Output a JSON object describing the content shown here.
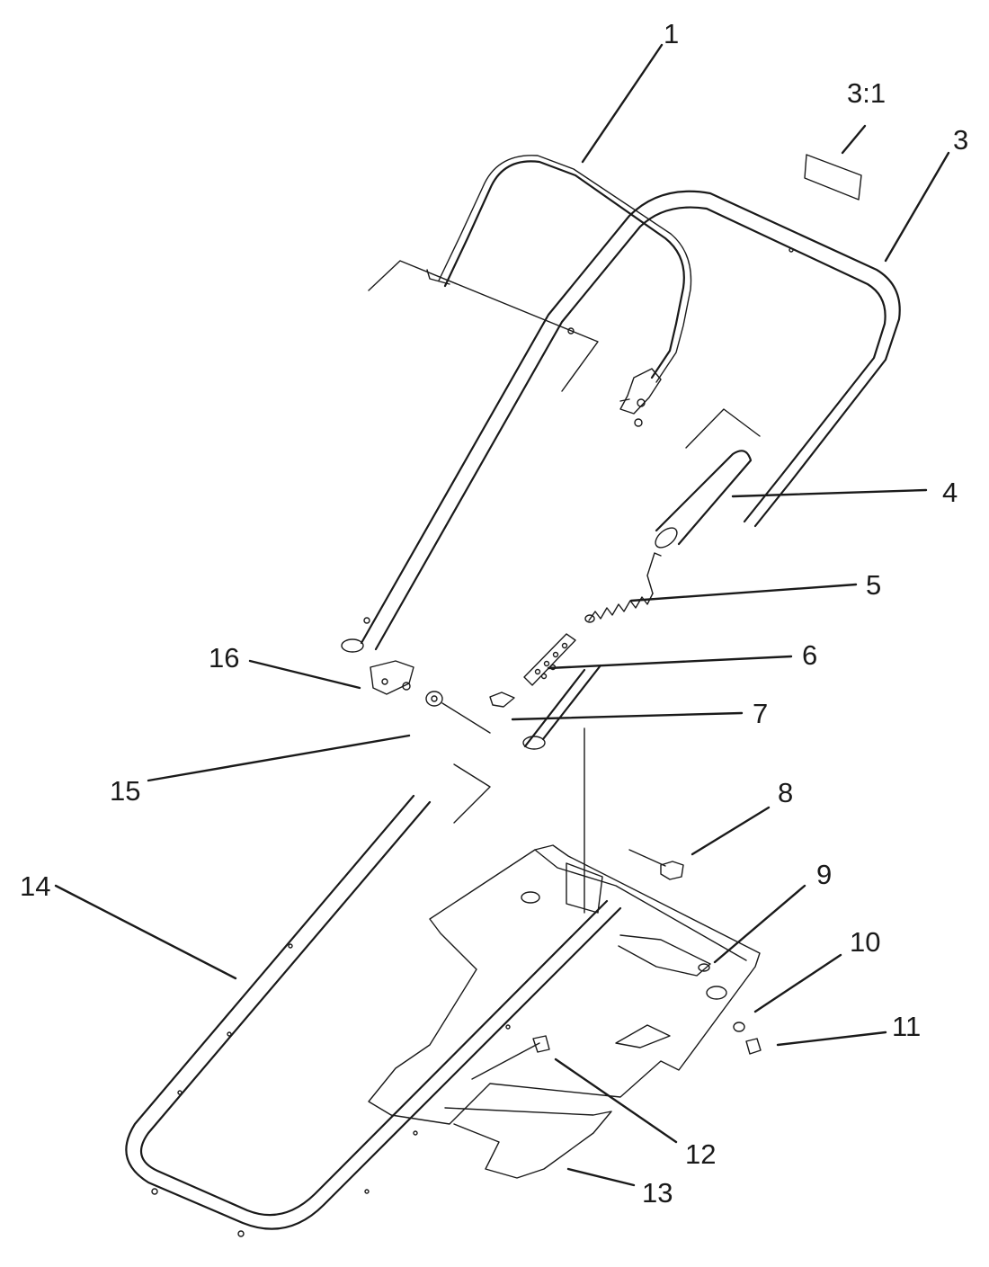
{
  "callouts": {
    "c1": "1",
    "c3_1": "3:1",
    "c3": "3",
    "c4": "4",
    "c5": "5",
    "c6": "6",
    "c7": "7",
    "c8": "8",
    "c9": "9",
    "c10": "10",
    "c11": "11",
    "c12": "12",
    "c13": "13",
    "c14": "14",
    "c15": "15",
    "c16": "16"
  },
  "colors": {
    "line": "#1a1a1a",
    "background": "#ffffff"
  }
}
